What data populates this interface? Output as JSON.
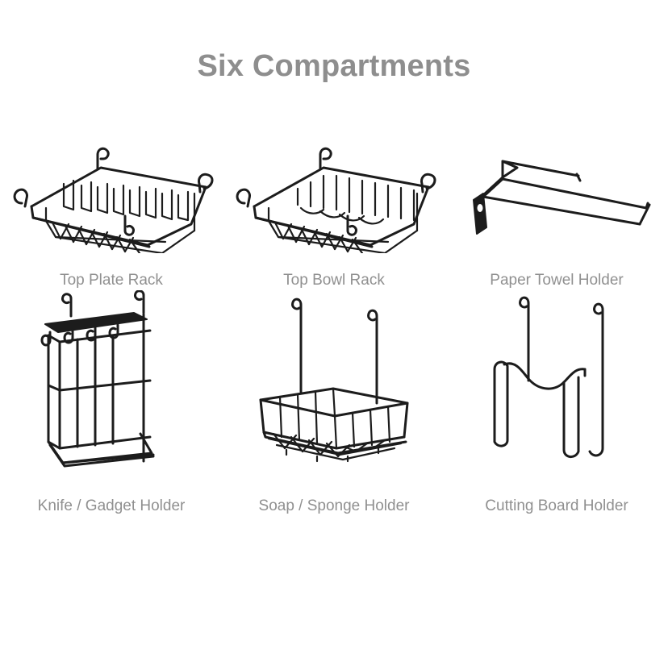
{
  "page": {
    "title": "Six Compartments",
    "background_color": "#ffffff",
    "title_color": "#8e8e8e",
    "label_color": "#909090",
    "wire_color": "#1c1c1c"
  },
  "compartments": [
    {
      "label": "Top Plate Rack",
      "icon": "plate-rack-basket-icon",
      "row": 1,
      "column": 1
    },
    {
      "label": "Top Bowl Rack",
      "icon": "bowl-rack-basket-icon",
      "row": 1,
      "column": 2
    },
    {
      "label": "Paper Towel Holder",
      "icon": "paper-towel-arm-icon",
      "row": 1,
      "column": 3
    },
    {
      "label": "Knife / Gadget Holder",
      "icon": "knife-gadget-rack-icon",
      "row": 2,
      "column": 1
    },
    {
      "label": "Soap / Sponge Holder",
      "icon": "soap-sponge-basket-icon",
      "row": 2,
      "column": 2
    },
    {
      "label": "Cutting Board Holder",
      "icon": "cutting-board-cradle-icon",
      "row": 2,
      "column": 3
    }
  ]
}
